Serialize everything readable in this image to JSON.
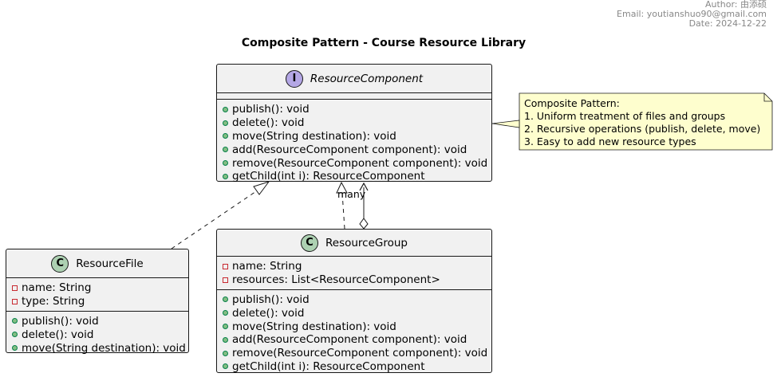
{
  "header": {
    "author": "Author: 由添硕",
    "email": "Email: youtianshuo90@gmail.com",
    "date": "Date: 2024-12-22"
  },
  "title": "Composite Pattern - Course Resource Library",
  "classes": {
    "component": {
      "stereotype_letter": "I",
      "name": "ResourceComponent",
      "methods": [
        "publish(): void",
        "delete(): void",
        "move(String destination): void",
        "add(ResourceComponent component): void",
        "remove(ResourceComponent component): void",
        "getChild(int i): ResourceComponent"
      ]
    },
    "file": {
      "stereotype_letter": "C",
      "name": "ResourceFile",
      "fields": [
        "name: String",
        "type: String"
      ],
      "methods": [
        "publish(): void",
        "delete(): void",
        "move(String destination): void"
      ]
    },
    "group": {
      "stereotype_letter": "C",
      "name": "ResourceGroup",
      "fields": [
        "name: String",
        "resources: List<ResourceComponent>"
      ],
      "methods": [
        "publish(): void",
        "delete(): void",
        "move(String destination): void",
        "add(ResourceComponent component): void",
        "remove(ResourceComponent component): void",
        "getChild(int i): ResourceComponent"
      ]
    }
  },
  "note": {
    "lines": [
      "Composite Pattern:",
      "1. Uniform treatment of files and groups",
      "2. Recursive operations (publish, delete, move)",
      "3. Easy to add new resource types"
    ]
  },
  "relations": {
    "aggregation_label": "many"
  },
  "colors": {
    "class_bg": "#f1f1f1",
    "class_icon": "#add1b2",
    "interface_icon": "#b4a7e5",
    "note_bg": "#fefece",
    "private_marker": "#c82930",
    "public_marker": "#84be84"
  }
}
